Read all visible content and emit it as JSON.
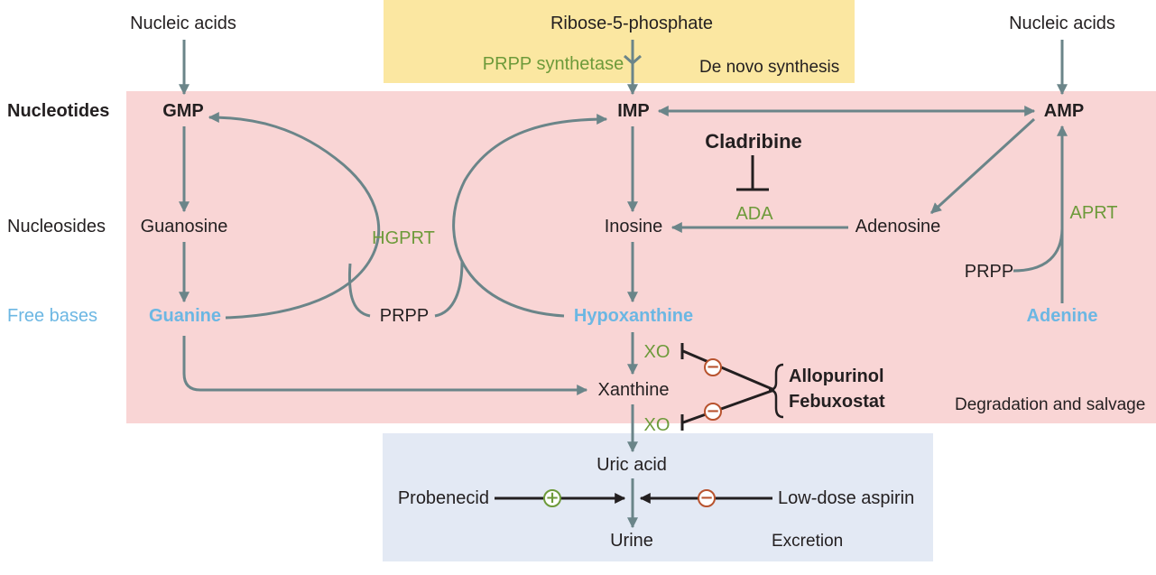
{
  "colors": {
    "de_novo_region": "#fbe7a1",
    "degradation_region": "#f9d5d5",
    "excretion_region": "#e3e9f4",
    "arrow": "#6b8589",
    "enzyme_green": "#6d9a3a",
    "free_base_blue": "#6cb7e3",
    "inhibit_red": "#b8532e",
    "drug_black": "#231f20"
  },
  "regions": {
    "de_novo": "De novo synthesis",
    "degradation": "Degradation and salvage",
    "excretion": "Excretion"
  },
  "row_labels": {
    "nucleotides": "Nucleotides",
    "nucleosides": "Nucleosides",
    "free_bases": "Free bases"
  },
  "sources": {
    "nucleic_acids_left": "Nucleic acids",
    "ribose": "Ribose-5-phosphate",
    "nucleic_acids_right": "Nucleic acids"
  },
  "nodes": {
    "gmp": "GMP",
    "imp": "IMP",
    "amp": "AMP",
    "guanosine": "Guanosine",
    "inosine": "Inosine",
    "adenosine": "Adenosine",
    "guanine": "Guanine",
    "hypoxanthine": "Hypoxanthine",
    "adenine": "Adenine",
    "xanthine": "Xanthine",
    "uric_acid": "Uric acid",
    "urine": "Urine",
    "prpp_center": "PRPP",
    "prpp_right": "PRPP"
  },
  "enzymes": {
    "prpp_synthetase": "PRPP synthetase",
    "hgprt": "HGPRT",
    "ada": "ADA",
    "aprt": "APRT",
    "xo_top": "XO",
    "xo_bottom": "XO"
  },
  "drugs": {
    "cladribine": "Cladribine",
    "allopurinol": "Allopurinol",
    "febuxostat": "Febuxostat",
    "probenecid": "Probenecid",
    "aspirin": "Low-dose aspirin"
  },
  "signs": {
    "minus": "−",
    "plus": "+"
  }
}
